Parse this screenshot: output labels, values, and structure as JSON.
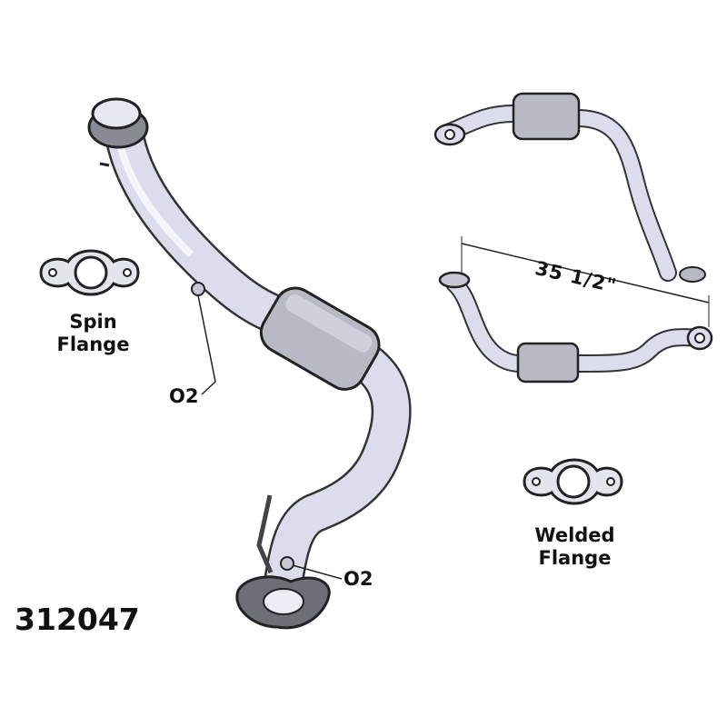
{
  "part_number": "312047",
  "labels": {
    "spin_flange": [
      "Spin",
      "Flange"
    ],
    "welded_flange": [
      "Welded",
      "Flange"
    ],
    "o2_upper": "O2",
    "o2_lower": "O2",
    "dimension": "35 1/2\""
  },
  "colors": {
    "pipe_fill": "#dcdcec",
    "outline": "#2b2b2b",
    "converter": "#b9b9c4"
  }
}
